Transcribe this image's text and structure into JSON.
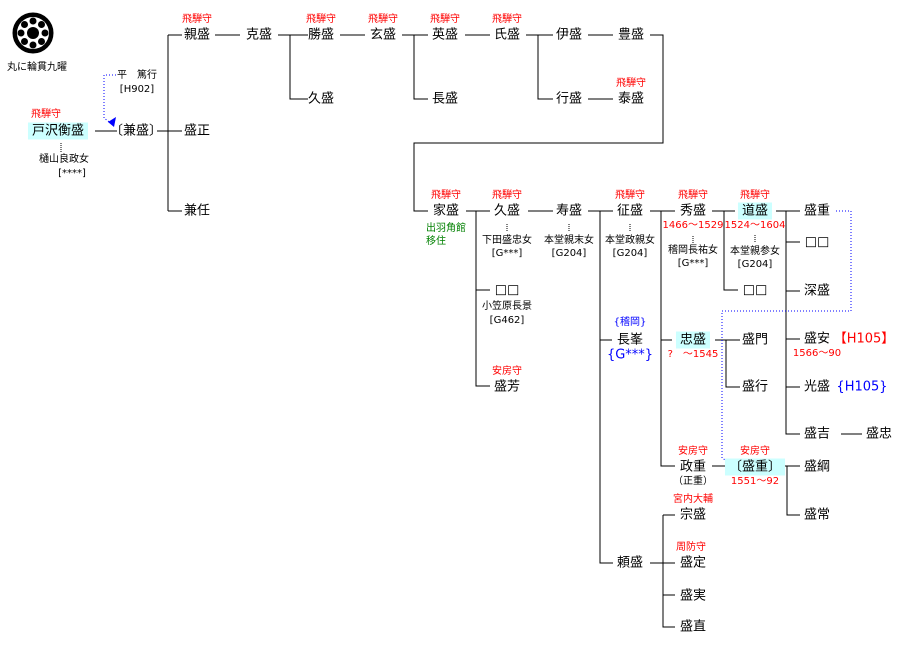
{
  "crest": {
    "caption": "丸に輪貫九曜"
  },
  "colors": {
    "title": "#ff0000",
    "highlight": "#ccffff",
    "link": "#0000ff",
    "note": "#008000"
  },
  "nodes": [
    {
      "name": "戸沢衡盛",
      "title": "飛騨守",
      "spouse": "樋山良政女",
      "ref": "[****]"
    },
    {
      "name": "〔兼盛〕"
    },
    {
      "name": "平　篤行",
      "ref": "[H902]"
    },
    {
      "name": "親盛",
      "title": "飛騨守"
    },
    {
      "name": "克盛"
    },
    {
      "name": "盛正"
    },
    {
      "name": "兼任"
    },
    {
      "name": "勝盛",
      "title": "飛騨守"
    },
    {
      "name": "久盛"
    },
    {
      "name": "玄盛",
      "title": "飛騨守"
    },
    {
      "name": "英盛",
      "title": "飛騨守"
    },
    {
      "name": "長盛"
    },
    {
      "name": "氏盛",
      "title": "飛騨守"
    },
    {
      "name": "伊盛"
    },
    {
      "name": "行盛"
    },
    {
      "name": "豊盛"
    },
    {
      "name": "泰盛",
      "title": "飛騨守"
    },
    {
      "name": "家盛",
      "title": "飛騨守",
      "note1": "出羽角館",
      "note2": "移住"
    },
    {
      "name": "久盛",
      "title": "飛騨守",
      "spouse": "下田盛忠女",
      "ref": "[G***]"
    },
    {
      "name": "□□",
      "spouse": "小笠原長景",
      "ref": "[G462]"
    },
    {
      "name": "盛芳",
      "title": "安房守"
    },
    {
      "name": "寿盛",
      "spouse": "本堂親末女",
      "ref": "[G204]"
    },
    {
      "name": "征盛",
      "title": "飛騨守",
      "spouse": "本堂政親女",
      "ref": "[G204]"
    },
    {
      "name": "長峯",
      "pre": "{稽岡}",
      "ref": "{G***}"
    },
    {
      "name": "頼盛"
    },
    {
      "name": "秀盛",
      "title": "飛騨守",
      "years": "1466〜1529",
      "spouse": "稽岡長祐女",
      "ref": "[G***]"
    },
    {
      "name": "忠盛",
      "years": "?　〜1545"
    },
    {
      "name": "政重",
      "title": "安房守",
      "alt": "（正重）"
    },
    {
      "name": "道盛",
      "title": "飛騨守",
      "years": "1524〜1604",
      "spouse": "本堂親参女",
      "ref": "[G204]"
    },
    {
      "name": "□□"
    },
    {
      "name": "盛門"
    },
    {
      "name": "盛行"
    },
    {
      "name": "〔盛重〕",
      "title": "安房守",
      "years": "1551〜92"
    },
    {
      "name": "盛重"
    },
    {
      "name": "□□"
    },
    {
      "name": "深盛"
    },
    {
      "name": "盛安",
      "ref": "【H105】",
      "years": "1566〜90"
    },
    {
      "name": "光盛",
      "ref": "{H105}"
    },
    {
      "name": "盛吉"
    },
    {
      "name": "盛忠"
    },
    {
      "name": "盛綱"
    },
    {
      "name": "盛常"
    },
    {
      "name": "宗盛",
      "title": "宮内大輔"
    },
    {
      "name": "盛定",
      "title": "周防守"
    },
    {
      "name": "盛実"
    },
    {
      "name": "盛直"
    }
  ]
}
